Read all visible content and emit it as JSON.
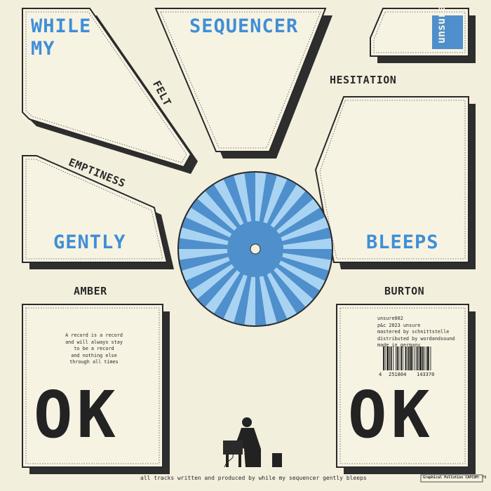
{
  "title_words": [
    "WHILE",
    "MY",
    "SEQUENCER",
    "GENTLY",
    "BLEEPS"
  ],
  "track_words": [
    "FELT",
    "HESITATION",
    "EMPTINESS",
    "AMBER",
    "BURTON"
  ],
  "logo_text": "unsure",
  "left_panel_text": [
    "A record is a record",
    "and will always stay",
    "to be a record",
    "and nothing else",
    "through all times"
  ],
  "right_panel_text": [
    "unsure002",
    "p&c 2023 unsure",
    "mastered by schnittstelle",
    "distributed by wordandsound",
    "made in germany"
  ],
  "barcode_digits": [
    "4",
    "251804",
    "143370"
  ],
  "ok_text": "OK",
  "footer_credit": "all tracks written and produced by while my sequencer gently bleeps",
  "design_credit": "Graphical Pollution CAPCOM! FX",
  "colors": {
    "background": "#f3efdd",
    "ink": "#2a2a2a",
    "title_blue": "#3f8fd6",
    "label_blue_light": "#a9d3f2",
    "label_blue_dark": "#4e8fcc"
  }
}
